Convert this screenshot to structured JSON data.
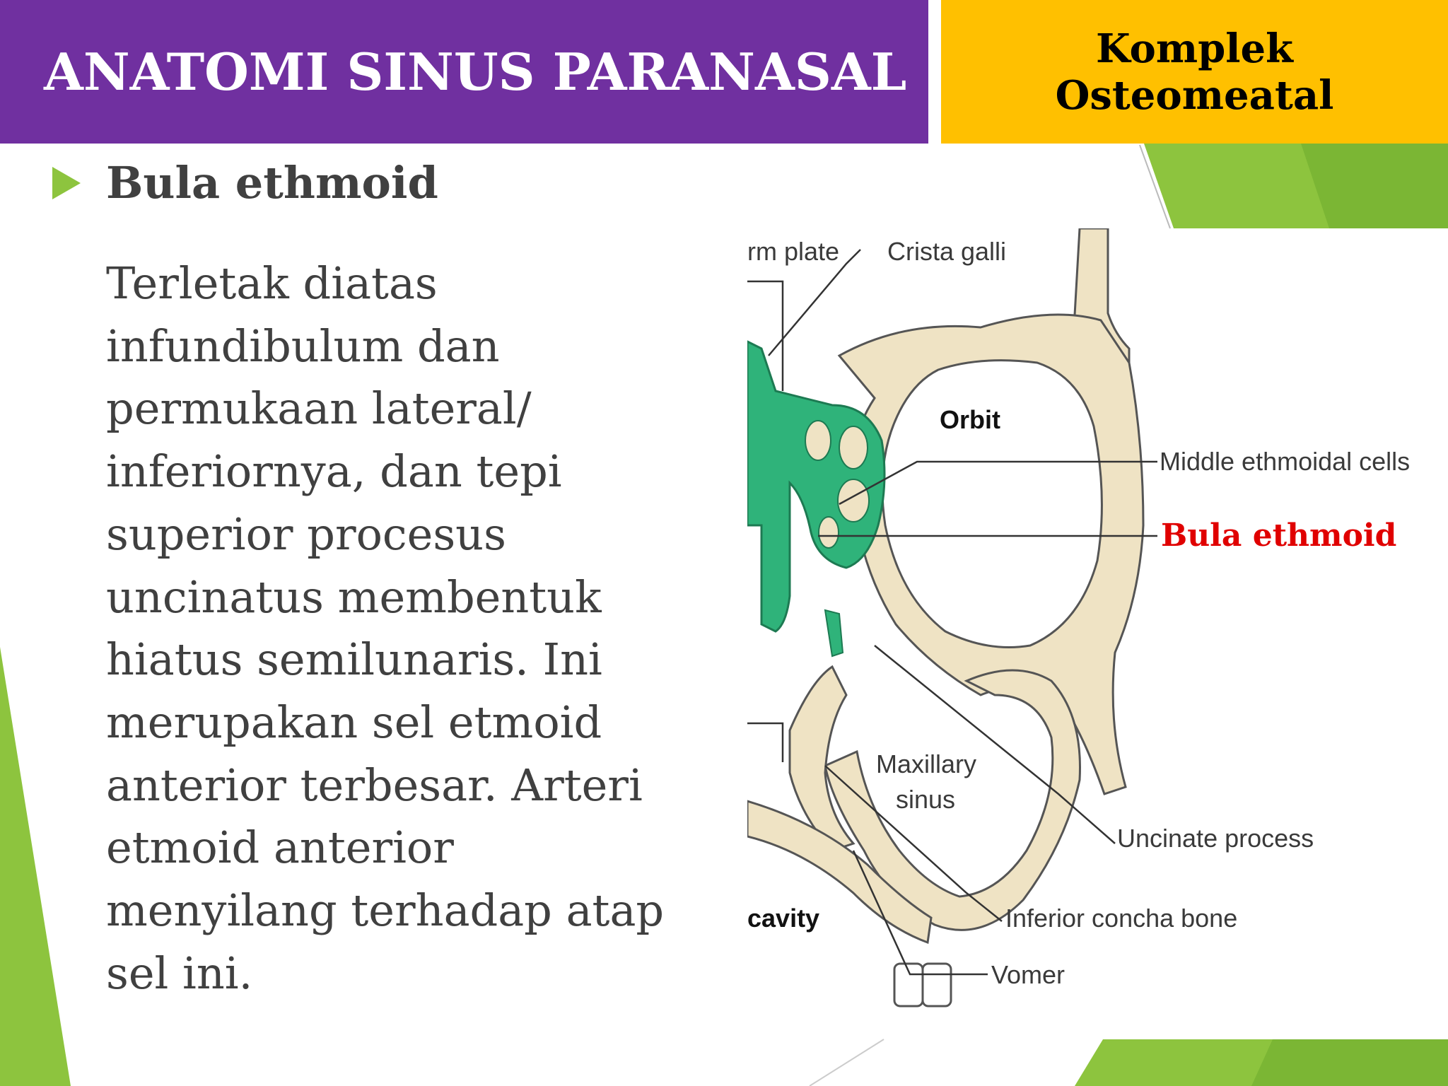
{
  "header": {
    "title": "ANATOMI SINUS PARANASAL",
    "tag_line1": "Komplek",
    "tag_line2": "Osteomeatal"
  },
  "bullet": {
    "label": "Bula ethmoid"
  },
  "body": {
    "lines": [
      "Terletak diatas",
      "infundibulum dan",
      "permukaan lateral/",
      "inferiornya, dan tepi",
      "superior procesus",
      "uncinatus membentuk",
      "hiatus semilunaris. Ini",
      "merupakan sel etmoid",
      "anterior terbesar. Arteri",
      "etmoid anterior",
      "menyilang terhadap atap",
      "sel ini."
    ]
  },
  "diagram": {
    "labels": {
      "cribriform": "rm plate",
      "crista": "Crista galli",
      "orbit": "Orbit",
      "middle": "Middle ethmoidal cells",
      "bula": "Bula ethmoid",
      "maxillary1": "Maxillary",
      "maxillary2": "sinus",
      "uncinate": "Uncinate process",
      "cavity": "cavity",
      "inferior": "Inferior concha bone",
      "vomer": "Vomer"
    }
  },
  "colors": {
    "title_bg": "#7030a0",
    "tag_bg": "#ffc000",
    "accent_green": "#8dc43e",
    "bone": "#efe3c4",
    "mucosa": "#2fb37a",
    "label_red": "#e00000"
  }
}
